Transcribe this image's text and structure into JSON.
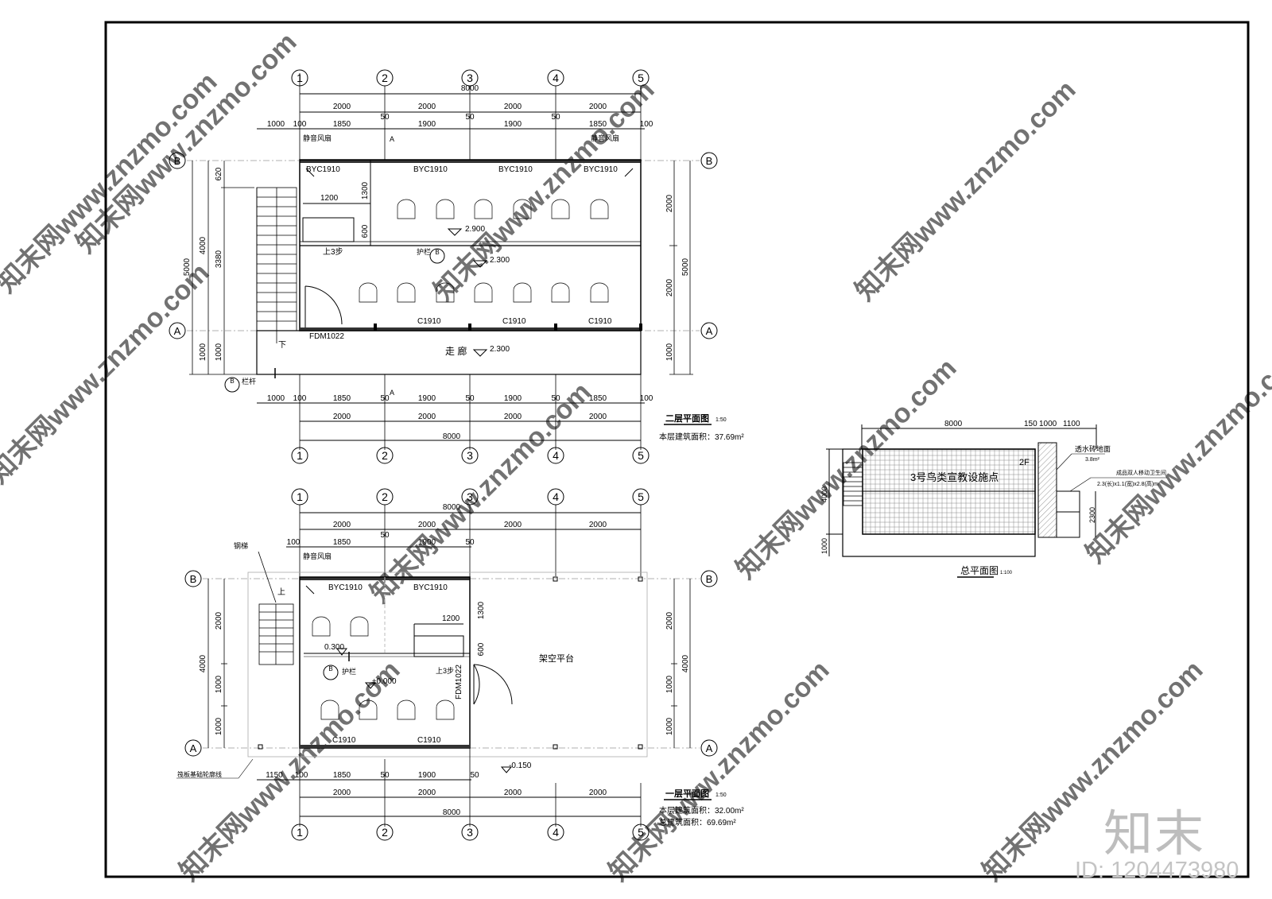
{
  "axes": {
    "h": [
      "1",
      "2",
      "3",
      "4",
      "5"
    ],
    "v": [
      "A",
      "B"
    ]
  },
  "plan2": {
    "total_dim": "8000",
    "bay_dims": [
      "2000",
      "2000",
      "2000",
      "2000"
    ],
    "top_sub": [
      "1000",
      "100",
      "1850",
      "50",
      "1900",
      "50",
      "1900",
      "50",
      "1850",
      "100"
    ],
    "bottom_sub": [
      "1000",
      "100",
      "1850",
      "50",
      "1900",
      "50",
      "1900",
      "50",
      "1850",
      "100"
    ],
    "left_dims": [
      "5000",
      "4000",
      "3380",
      "620",
      "1000",
      "1000"
    ],
    "right_dims": [
      "2000",
      "2000",
      "1000",
      "5000"
    ],
    "windows_top": [
      "BYC1910",
      "BYC1910",
      "BYC1910",
      "BYC1910"
    ],
    "windows_bottom": [
      "C1910",
      "C1910",
      "C1910"
    ],
    "fan_labels": [
      "静音风扇",
      "静音风扇"
    ],
    "door": "FDM1022",
    "corridor": "走 廊",
    "elev_upper": "2.900",
    "elev_lower": "2.300",
    "elev_corridor": "2.300",
    "guard": "护栏",
    "railing": "栏杆",
    "up": "上3步",
    "down": "下",
    "dims_inner": [
      "1200",
      "1300",
      "600"
    ],
    "section": "A",
    "title": "二层平面图",
    "scale": "1:50",
    "area": "本层建筑面积：37.69m²"
  },
  "plan1": {
    "total_dim": "8000",
    "bay_dims": [
      "2000",
      "2000",
      "2000",
      "2000"
    ],
    "top_sub": [
      "100",
      "1850",
      "50",
      "1900",
      "50"
    ],
    "bottom_sub": [
      "1150",
      "100",
      "1850",
      "50",
      "1900",
      "50"
    ],
    "left_dims": [
      "2000",
      "4000",
      "1000",
      "1000"
    ],
    "right_dims": [
      "2000",
      "4000",
      "1000",
      "1000"
    ],
    "windows_top": [
      "BYC1910",
      "BYC1910"
    ],
    "windows_bottom": [
      "C1910",
      "C1910"
    ],
    "fan_label": "静音风扇",
    "stair_label": "钢梯",
    "door": "FDM1022",
    "platform": "架空平台",
    "elev_upper": "0.300",
    "elev_floor": "±0.000",
    "elev_outside": "-0.150",
    "guard": "护栏",
    "up": "上3步",
    "up_short": "上",
    "dims_inner": [
      "1200",
      "1300",
      "600"
    ],
    "foundation": "筏板基础轮廓线",
    "title": "一层平面图",
    "scale": "1:50",
    "area": "本层建筑面积：32.00m²",
    "total_area": "总建筑面积：69.69m²"
  },
  "site": {
    "top_dims": [
      "8000",
      "150",
      "1000",
      "1100"
    ],
    "left_dims": [
      "4000",
      "1000"
    ],
    "right_dim": "2300",
    "building": "3号鸟类宣教设施点",
    "floor": "2F",
    "paving": "透水砖地面",
    "paving_area": "3.8m²",
    "toilet": "成品双人移动卫生间",
    "toilet_size": "2.3(长)x1.1(宽)x2.8(高)m",
    "title": "总平面图",
    "scale": "1:100"
  },
  "watermark": "知末网www.znzmo.com",
  "brand": "知末",
  "id_label": "ID: 1204473980"
}
